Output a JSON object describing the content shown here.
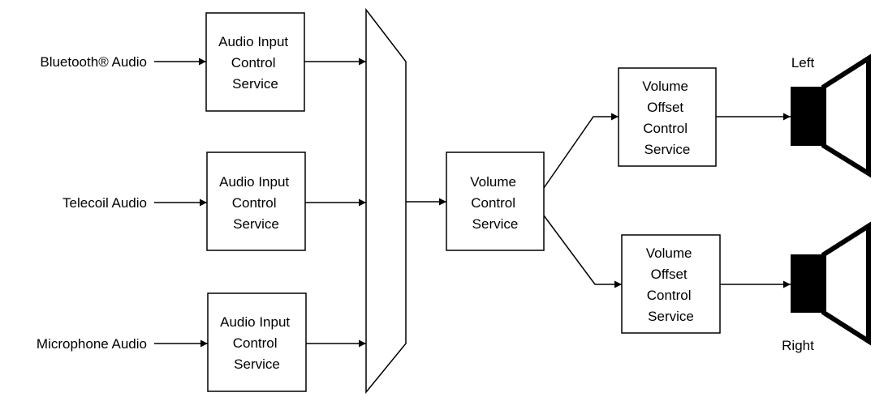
{
  "inputs": [
    {
      "label": "Bluetooth® Audio"
    },
    {
      "label": "Telecoil Audio"
    },
    {
      "label": "Microphone Audio"
    }
  ],
  "aics_boxes": [
    {
      "lines": [
        "Audio Input",
        "Control",
        "Service"
      ]
    },
    {
      "lines": [
        "Audio Input",
        "Control",
        "Service"
      ]
    },
    {
      "lines": [
        "Audio Input",
        "Control",
        "Service"
      ]
    }
  ],
  "vcs_box": {
    "lines": [
      "Volume",
      "Control",
      "Service"
    ]
  },
  "vocs_boxes": [
    {
      "lines": [
        "Volume",
        "Offset",
        "Control",
        "Service"
      ]
    },
    {
      "lines": [
        "Volume",
        "Offset",
        "Control",
        "Service"
      ]
    }
  ],
  "outputs": [
    {
      "label": "Left"
    },
    {
      "label": "Right"
    }
  ],
  "icons": {
    "speaker": "speaker-icon",
    "mixer": "mixer-trapezoid"
  },
  "colors": {
    "line": "#000000",
    "background": "#ffffff"
  }
}
